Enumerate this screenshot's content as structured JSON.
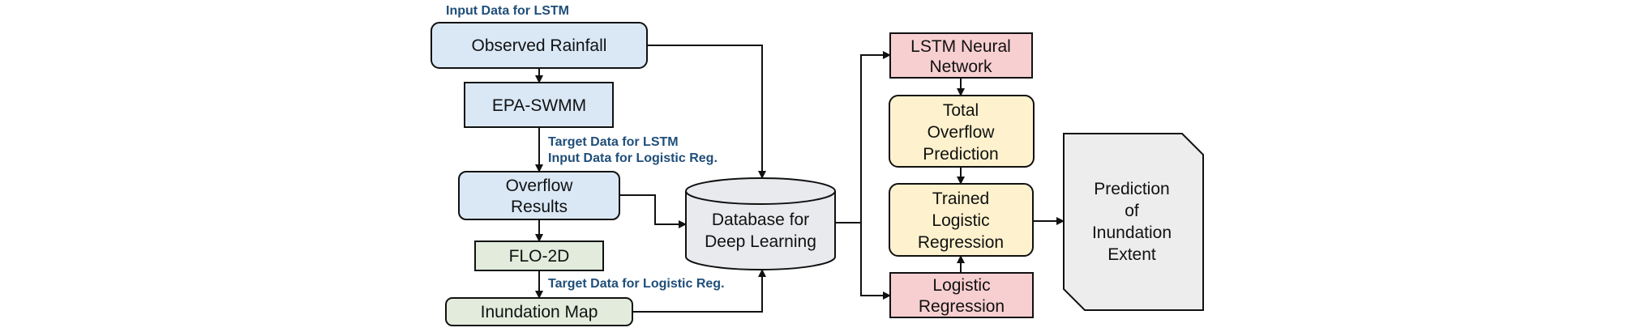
{
  "nodes": {
    "observed_rainfall": {
      "lines": [
        "Observed Rainfall"
      ],
      "fill": "#dae8f6"
    },
    "epa_swmm": {
      "lines": [
        "EPA-SWMM"
      ],
      "fill": "#dae8f6"
    },
    "overflow_results": {
      "lines": [
        "Overflow",
        "Results"
      ],
      "fill": "#dae8f6"
    },
    "flo_2d": {
      "lines": [
        "FLO-2D"
      ],
      "fill": "#e2ebdc"
    },
    "inundation_map": {
      "lines": [
        "Inundation Map"
      ],
      "fill": "#e2ebdc"
    },
    "database": {
      "lines": [
        "Database for",
        "Deep Learning"
      ],
      "fill": "#e8eaed"
    },
    "lstm_neural_network": {
      "lines": [
        "LSTM Neural",
        "Network"
      ],
      "fill": "#f8cfd0"
    },
    "total_overflow_prediction": {
      "lines": [
        "Total",
        "Overflow",
        "Prediction"
      ],
      "fill": "#fdf2cd"
    },
    "trained_logistic_regression": {
      "lines": [
        "Trained",
        "Logistic",
        "Regression"
      ],
      "fill": "#fdf2cd"
    },
    "logistic_regression": {
      "lines": [
        "Logistic",
        "Regression"
      ],
      "fill": "#f8cfd0"
    },
    "prediction": {
      "lines": [
        "Prediction",
        "of",
        "Inundation",
        "Extent"
      ],
      "fill": "#ededed"
    }
  },
  "annotations": {
    "input_lstm": "Input Data for LSTM",
    "target_lstm": "Target Data for LSTM",
    "input_logistic": "Input Data for Logistic Reg.",
    "target_logistic": "Target Data for Logistic Reg."
  },
  "colors": {
    "annotation_text": "#1f4e79",
    "stroke": "#111111"
  }
}
